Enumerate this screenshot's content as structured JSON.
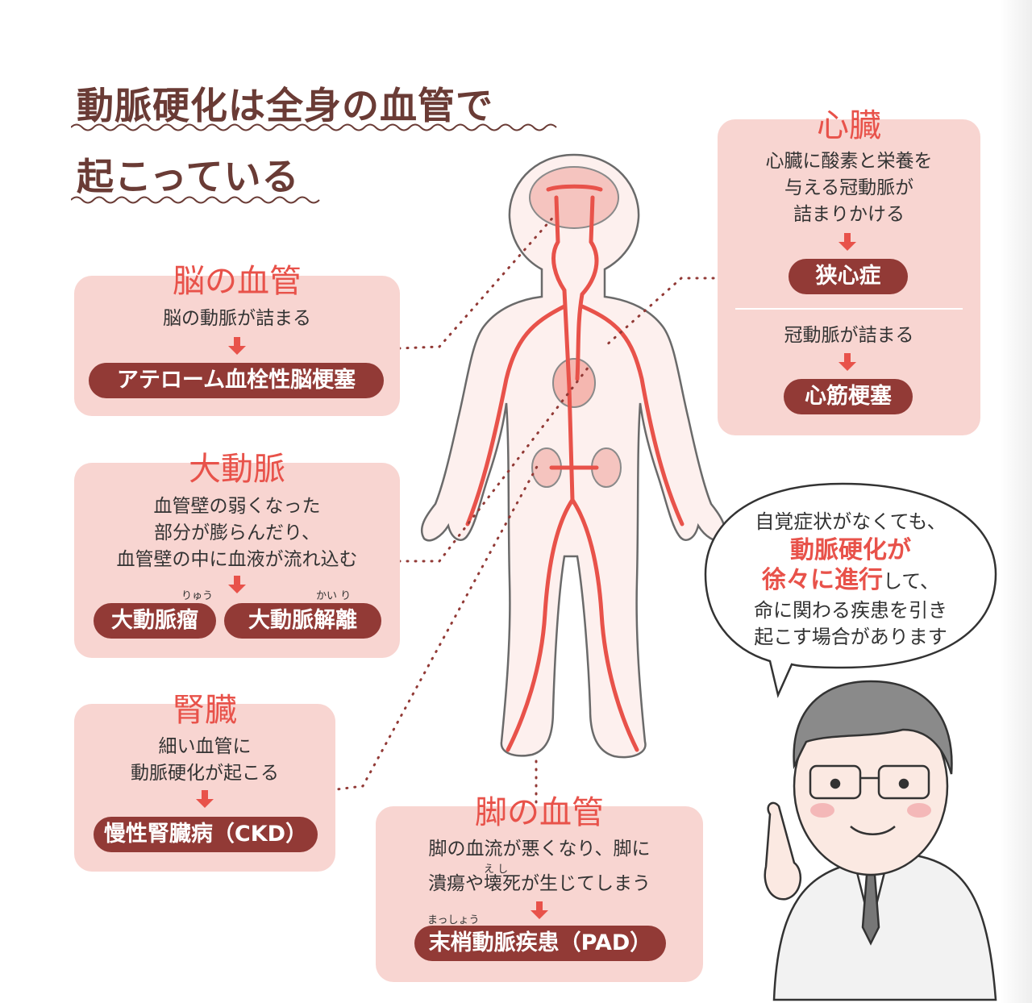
{
  "title": {
    "line1": "動脈硬化は全身の血管で",
    "line2": "起こっている"
  },
  "brain": {
    "heading": "脳の血管",
    "text": "脳の動脈が詰まる",
    "disease": "アテローム血栓性脳梗塞"
  },
  "aorta": {
    "heading": "大動脈",
    "text1": "血管壁の弱くなった",
    "text2": "部分が膨らんだり、",
    "text3": "血管壁の中に血液が流れ込む",
    "ruby1": "りゅう",
    "ruby2": "かい り",
    "disease1": "大動脈瘤",
    "disease2": "大動脈解離"
  },
  "kidney": {
    "heading": "腎臓",
    "text1": "細い血管に",
    "text2": "動脈硬化が起こる",
    "disease": "慢性腎臓病（CKD）"
  },
  "leg": {
    "heading": "脚の血管",
    "text1": "脚の血流が悪くなり、脚に",
    "text2": "潰瘍や壊死が生じてしまう",
    "ruby_eshi": "え し",
    "ruby_massho": "まっしょう",
    "disease": "末梢動脈疾患（PAD）"
  },
  "heart": {
    "heading": "心臓",
    "text1": "心臓に酸素と栄養を",
    "text2": "与える冠動脈が",
    "text3": "詰まりかける",
    "disease1": "狭心症",
    "text4": "冠動脈が詰まる",
    "disease2": "心筋梗塞"
  },
  "speech": {
    "line1": "自覚症状がなくても、",
    "line2": "動脈硬化が",
    "line3_em": "徐々に進行",
    "line3_rest": "して、",
    "line4": "命に関わる疾患を引き",
    "line5": "起こす場合があります"
  },
  "colors": {
    "accent": "#e8524a",
    "box": "#f8d5d1",
    "pill": "#923a36",
    "title": "#6a3b35"
  }
}
